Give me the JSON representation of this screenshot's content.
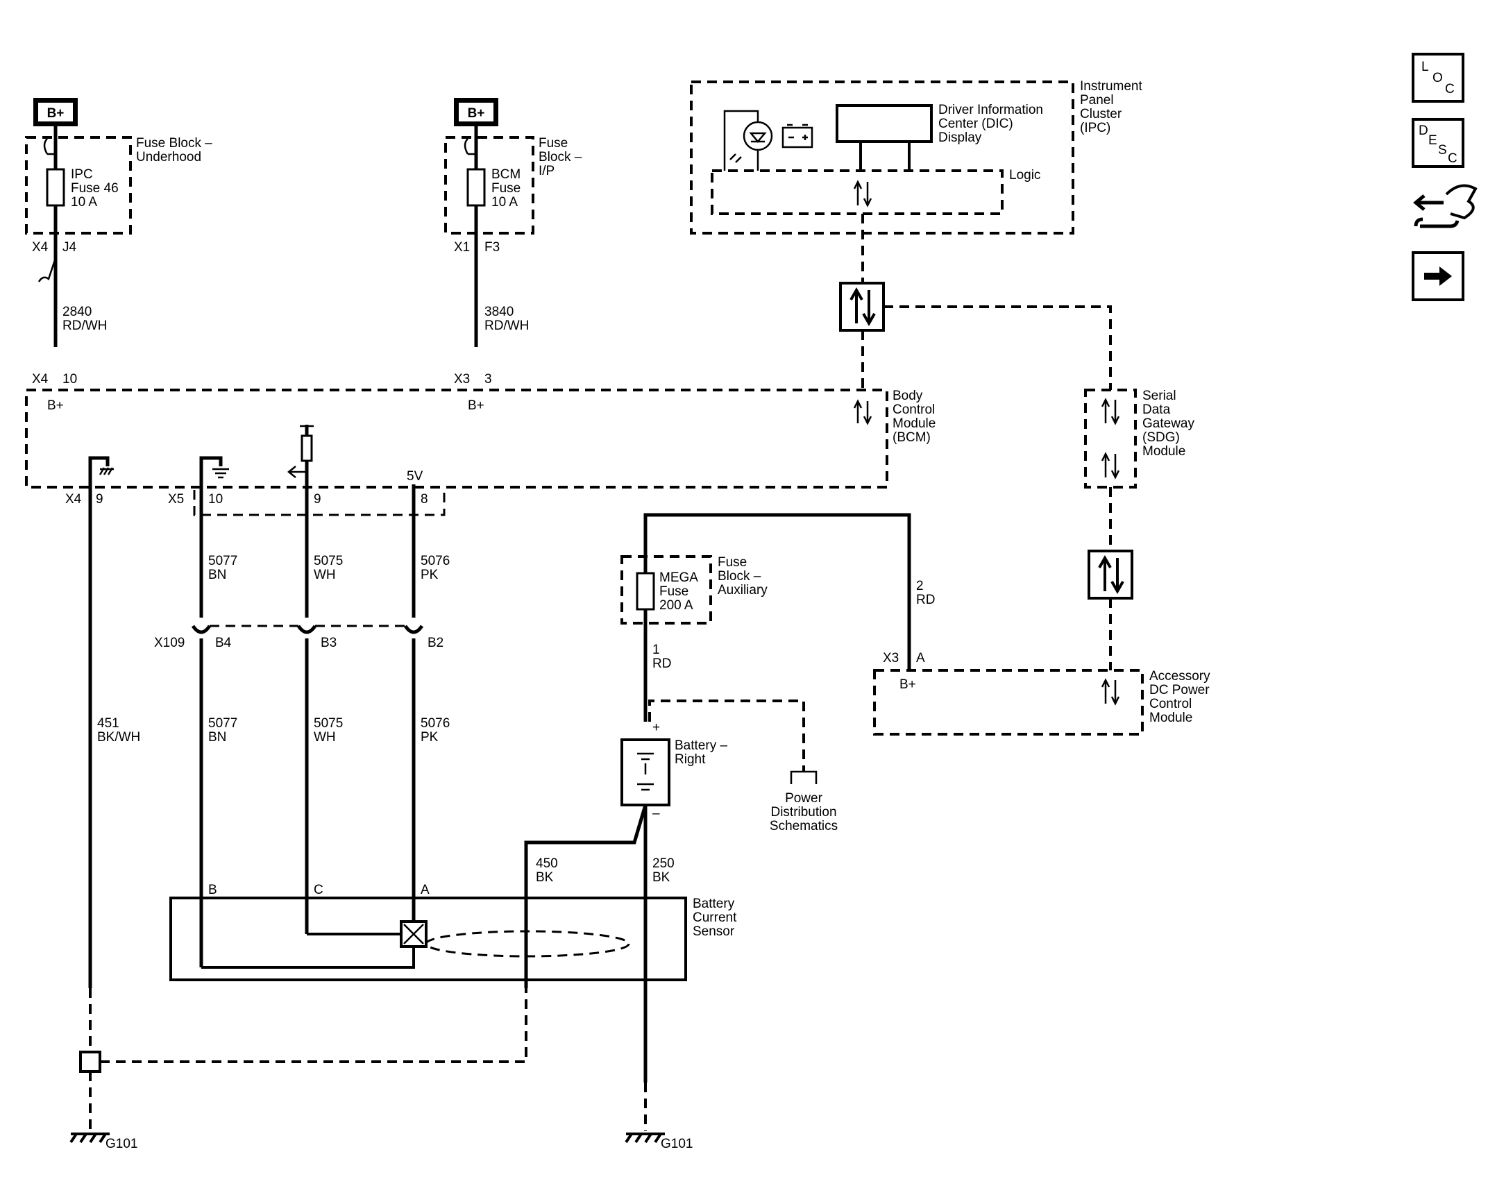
{
  "bplus": "B+",
  "fuse_blocks": {
    "underhood": {
      "title_l1": "Fuse Block –",
      "title_l2": "Underhood",
      "fuse_l1": "IPC",
      "fuse_l2": "Fuse 46",
      "fuse_l3": "10 A",
      "conn": "X4",
      "pin": "J4"
    },
    "ip": {
      "title_l1": "Fuse",
      "title_l2": "Block –",
      "title_l3": "I/P",
      "fuse_l1": "BCM",
      "fuse_l2": "Fuse",
      "fuse_l3": "10 A",
      "conn": "X1",
      "pin": "F3"
    },
    "auxiliary": {
      "title_l1": "Fuse",
      "title_l2": "Block –",
      "title_l3": "Auxiliary",
      "fuse_l1": "MEGA",
      "fuse_l2": "Fuse",
      "fuse_l3": "200 A"
    }
  },
  "wires": {
    "w2840": {
      "num": "2840",
      "color": "RD/WH"
    },
    "w3840": {
      "num": "3840",
      "color": "RD/WH"
    },
    "w5077": {
      "num": "5077",
      "color": "BN"
    },
    "w5075": {
      "num": "5075",
      "color": "WH"
    },
    "w5076": {
      "num": "5076",
      "color": "PK"
    },
    "w451": {
      "num": "451",
      "color": "BK/WH"
    },
    "w450": {
      "num": "450",
      "color": "BK"
    },
    "w250": {
      "num": "250",
      "color": "BK"
    },
    "w1": {
      "num": "1",
      "color": "RD"
    },
    "w2": {
      "num": "2",
      "color": "RD"
    }
  },
  "bcm": {
    "l1": "Body",
    "l2": "Control",
    "l3": "Module",
    "l4": "(BCM)",
    "conn_x4": "X4",
    "pin_10": "10",
    "conn_x3": "X3",
    "pin_3": "3",
    "b1": "B+",
    "b2": "B+",
    "conn_x4b": "X4",
    "pin_9a": "9",
    "conn_x5": "X5",
    "pin_10b": "10",
    "pin_9b": "9",
    "pin_8": "8",
    "v5": "5V"
  },
  "ipc": {
    "l1": "Instrument",
    "l2": "Panel",
    "l3": "Cluster",
    "l4": "(IPC)",
    "dic_l1": "Driver Information",
    "dic_l2": "Center (DIC)",
    "dic_l3": "Display",
    "logic": "Logic"
  },
  "sdg": {
    "l1": "Serial",
    "l2": "Data",
    "l3": "Gateway",
    "l4": "(SDG)",
    "l5": "Module"
  },
  "accessory": {
    "l1": "Accessory",
    "l2": "DC Power",
    "l3": "Control",
    "l4": "Module",
    "conn": "X3",
    "pin": "A",
    "bplus": "B+"
  },
  "inline_conn": {
    "name": "X109",
    "b4": "B4",
    "b3": "B3",
    "b2": "B2"
  },
  "sensor": {
    "l1": "Battery",
    "l2": "Current",
    "l3": "Sensor",
    "pin_b": "B",
    "pin_c": "C",
    "pin_a": "A"
  },
  "battery": {
    "l1": "Battery –",
    "l2": "Right",
    "plus": "+",
    "minus": "–"
  },
  "power_dist": {
    "l1": "Power",
    "l2": "Distribution",
    "l3": "Schematics"
  },
  "grounds": {
    "g1": "G101",
    "g2": "G101"
  },
  "nav_icons": {
    "loc": {
      "l": "L",
      "o": "O",
      "c": "C"
    },
    "desc": {
      "d": "D",
      "e": "E",
      "s": "S",
      "c": "C"
    }
  }
}
